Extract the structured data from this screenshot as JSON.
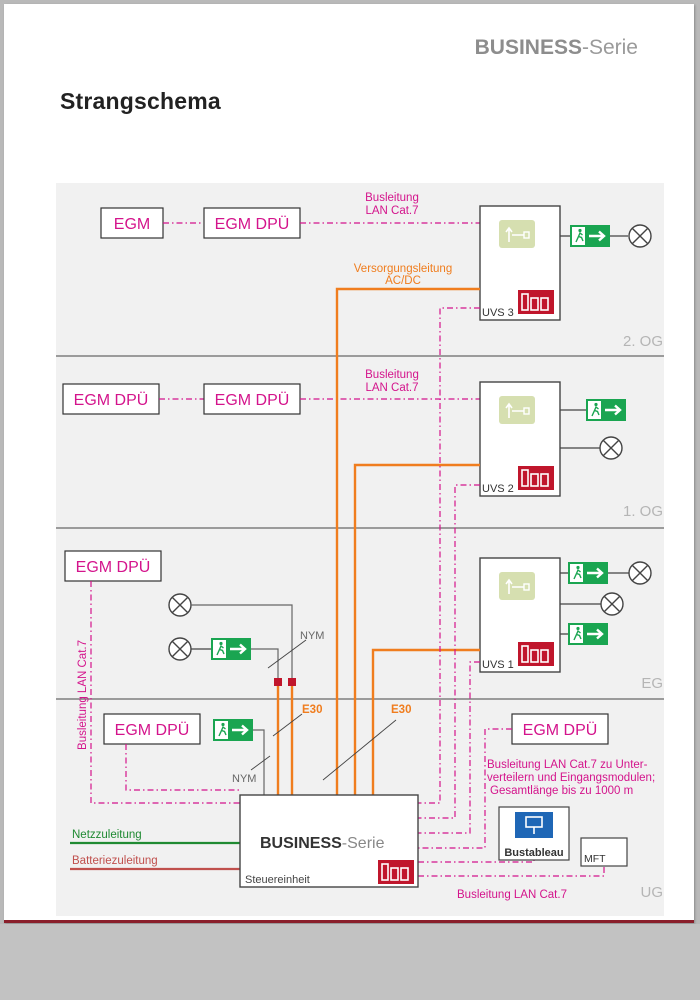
{
  "header": {
    "brand_bold": "BUSINESS",
    "brand_light": "-Serie",
    "title": "Strangschema"
  },
  "colors": {
    "bus": "#d4148c",
    "supply": "#f07d1e",
    "mains": "#1f8a32",
    "battery": "#c0504d",
    "exit_sign": "#1aa551",
    "controller_red": "#c0162c",
    "module_green": "#d6dfb0",
    "floor_band": "#f1f1f1"
  },
  "floors": {
    "og2": "2. OG",
    "og1": "1. OG",
    "eg": "EG",
    "ug": "UG"
  },
  "modules": {
    "egm": "EGM",
    "egm_dpu": "EGM DPÜ"
  },
  "labels": {
    "busleitung": "Busleitung",
    "lan": "LAN Cat.7",
    "versorgung_1": "Versorgungsleitung",
    "versorgung_2": "AC/DC",
    "nym": "NYM",
    "e30": "E30",
    "bus_vertical": "Busleitung LAN Cat.7",
    "note_1": "Busleitung LAN Cat.7 zu Unter-",
    "note_2": "verteilern und Eingangsmodulen;",
    "note_3": "Gesamtlänge bis zu 1000 m",
    "netz": "Netzzuleitung",
    "batterie": "Batteriezuleitung",
    "bus_bottom": "Busleitung LAN Cat.7"
  },
  "devices": {
    "uvs3": "UVS 3",
    "uvs2": "UVS 2",
    "uvs1": "UVS 1",
    "central_brand_bold": "BUSINESS",
    "central_brand_light": "-Serie",
    "central_caption": "Steuereinheit",
    "bustableau": "Bustableau",
    "mft": "MFT"
  },
  "icons": {
    "module": "battery-module-icon",
    "controller": "controller-display-icon",
    "exit": "emergency-exit-sign-icon",
    "lamp": "safety-luminaire-icon",
    "bustableau": "bus-tableau-display-icon"
  }
}
